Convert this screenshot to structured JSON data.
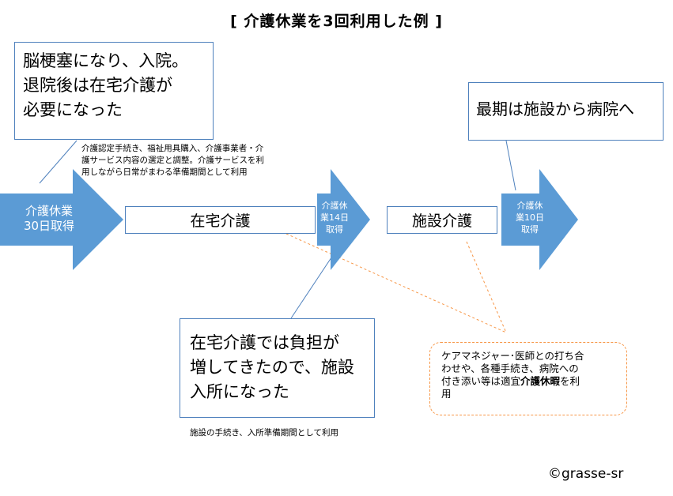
{
  "title": "[   介護休業を3回利用した例  ]",
  "callouts": {
    "stroke": "脳梗塞になり、入院。退院後は在宅介護が必要になった",
    "stroke_lines": [
      "脳梗塞になり、入院。",
      "退院後は在宅介護が",
      "必要になった"
    ],
    "final": "最期は施設から病院へ",
    "facility": [
      "在宅介護では負担が",
      "増してきたので、施設",
      "入所になった"
    ],
    "manager_lines": [
      "ケアマネジャー･医師との打ち合",
      "わせや、各種手続き、病院への",
      "付き添い等は適宜"
    ],
    "manager_bold": "介護休暇",
    "manager_tail": "を利",
    "manager_last": "用"
  },
  "notes": {
    "first_period": [
      "介護認定手続き、福祉用具購入、介護事業者・介",
      "護サービス内容の選定と調整。介護サービスを利",
      "用しながら日常がまわる準備期間として利用"
    ],
    "second_period": "施設の手続き、入所準備期間として利用"
  },
  "arrows": [
    {
      "lines": [
        "介護休業",
        "30日取得"
      ]
    },
    {
      "lines": [
        "介護休",
        "業14日",
        "取得"
      ]
    },
    {
      "lines": [
        "介護休",
        "業10日",
        "取得"
      ]
    }
  ],
  "stages": {
    "home_care": "在宅介護",
    "facility_care": "施設介護"
  },
  "copyright": "©grasse-sr",
  "colors": {
    "arrow": "#5b9bd5",
    "border": "#4f81bd",
    "dashed": "#f79646"
  }
}
